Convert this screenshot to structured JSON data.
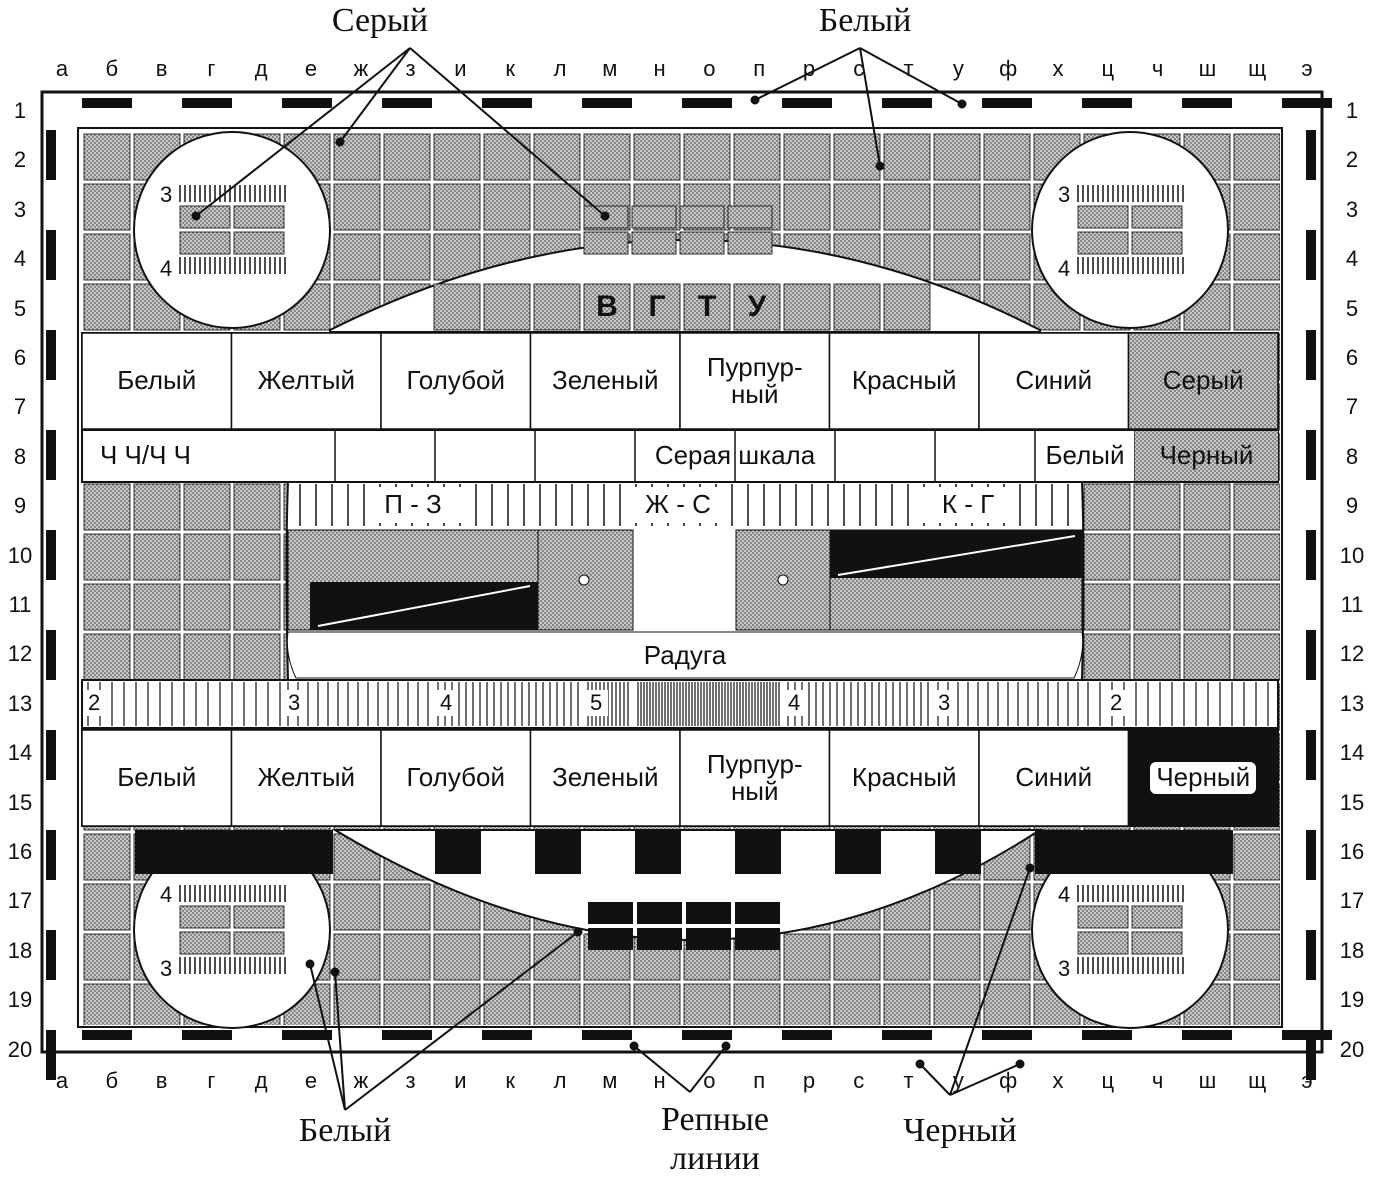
{
  "callouts": {
    "gray_top": "Серый",
    "white_top": "Белый",
    "white_bottom": "Белый",
    "ref_lines": "Репные\nлинии",
    "black_bottom": "Черный"
  },
  "column_letters": [
    "а",
    "б",
    "в",
    "г",
    "д",
    "е",
    "ж",
    "з",
    "и",
    "к",
    "л",
    "м",
    "н",
    "о",
    "п",
    "р",
    "с",
    "т",
    "у",
    "ф",
    "х",
    "ц",
    "ч",
    "ш",
    "щ",
    "э"
  ],
  "row_numbers": [
    "1",
    "2",
    "3",
    "4",
    "5",
    "6",
    "7",
    "8",
    "9",
    "10",
    "11",
    "12",
    "13",
    "14",
    "15",
    "16",
    "17",
    "18",
    "19",
    "20"
  ],
  "top_wedge_letters": [
    "В",
    "Г",
    "Т",
    "У"
  ],
  "color_bars_top": [
    "Белый",
    "Желтый",
    "Голубой",
    "Зеленый",
    "Пурпур-\nный",
    "Красный",
    "Синий",
    "Серый"
  ],
  "grey_scale_row": {
    "left": "Ч  Ч/Ч  Ч",
    "center": "Серая шкала",
    "white": "Белый",
    "black": "Черный"
  },
  "phase_row": [
    "П - З",
    "Ж - С",
    "К - Г"
  ],
  "rainbow_label": "Радуга",
  "resolution_row": [
    "2",
    "3",
    "4",
    "5",
    "4",
    "3",
    "2"
  ],
  "color_bars_bottom": [
    "Белый",
    "Желтый",
    "Голубой",
    "Зеленый",
    "Пурпур-\nный",
    "Красный",
    "Синий",
    "Черный"
  ],
  "circle_digits": {
    "tl_top": "3",
    "tl_bottom": "4",
    "tr_top": "3",
    "tr_bottom": "4",
    "bl_top": "4",
    "bl_bottom": "3",
    "br_top": "4",
    "br_bottom": "3"
  },
  "colors": {
    "grey_fill": "#a9a9a9",
    "dark_fill": "#111111",
    "white": "#ffffff"
  }
}
